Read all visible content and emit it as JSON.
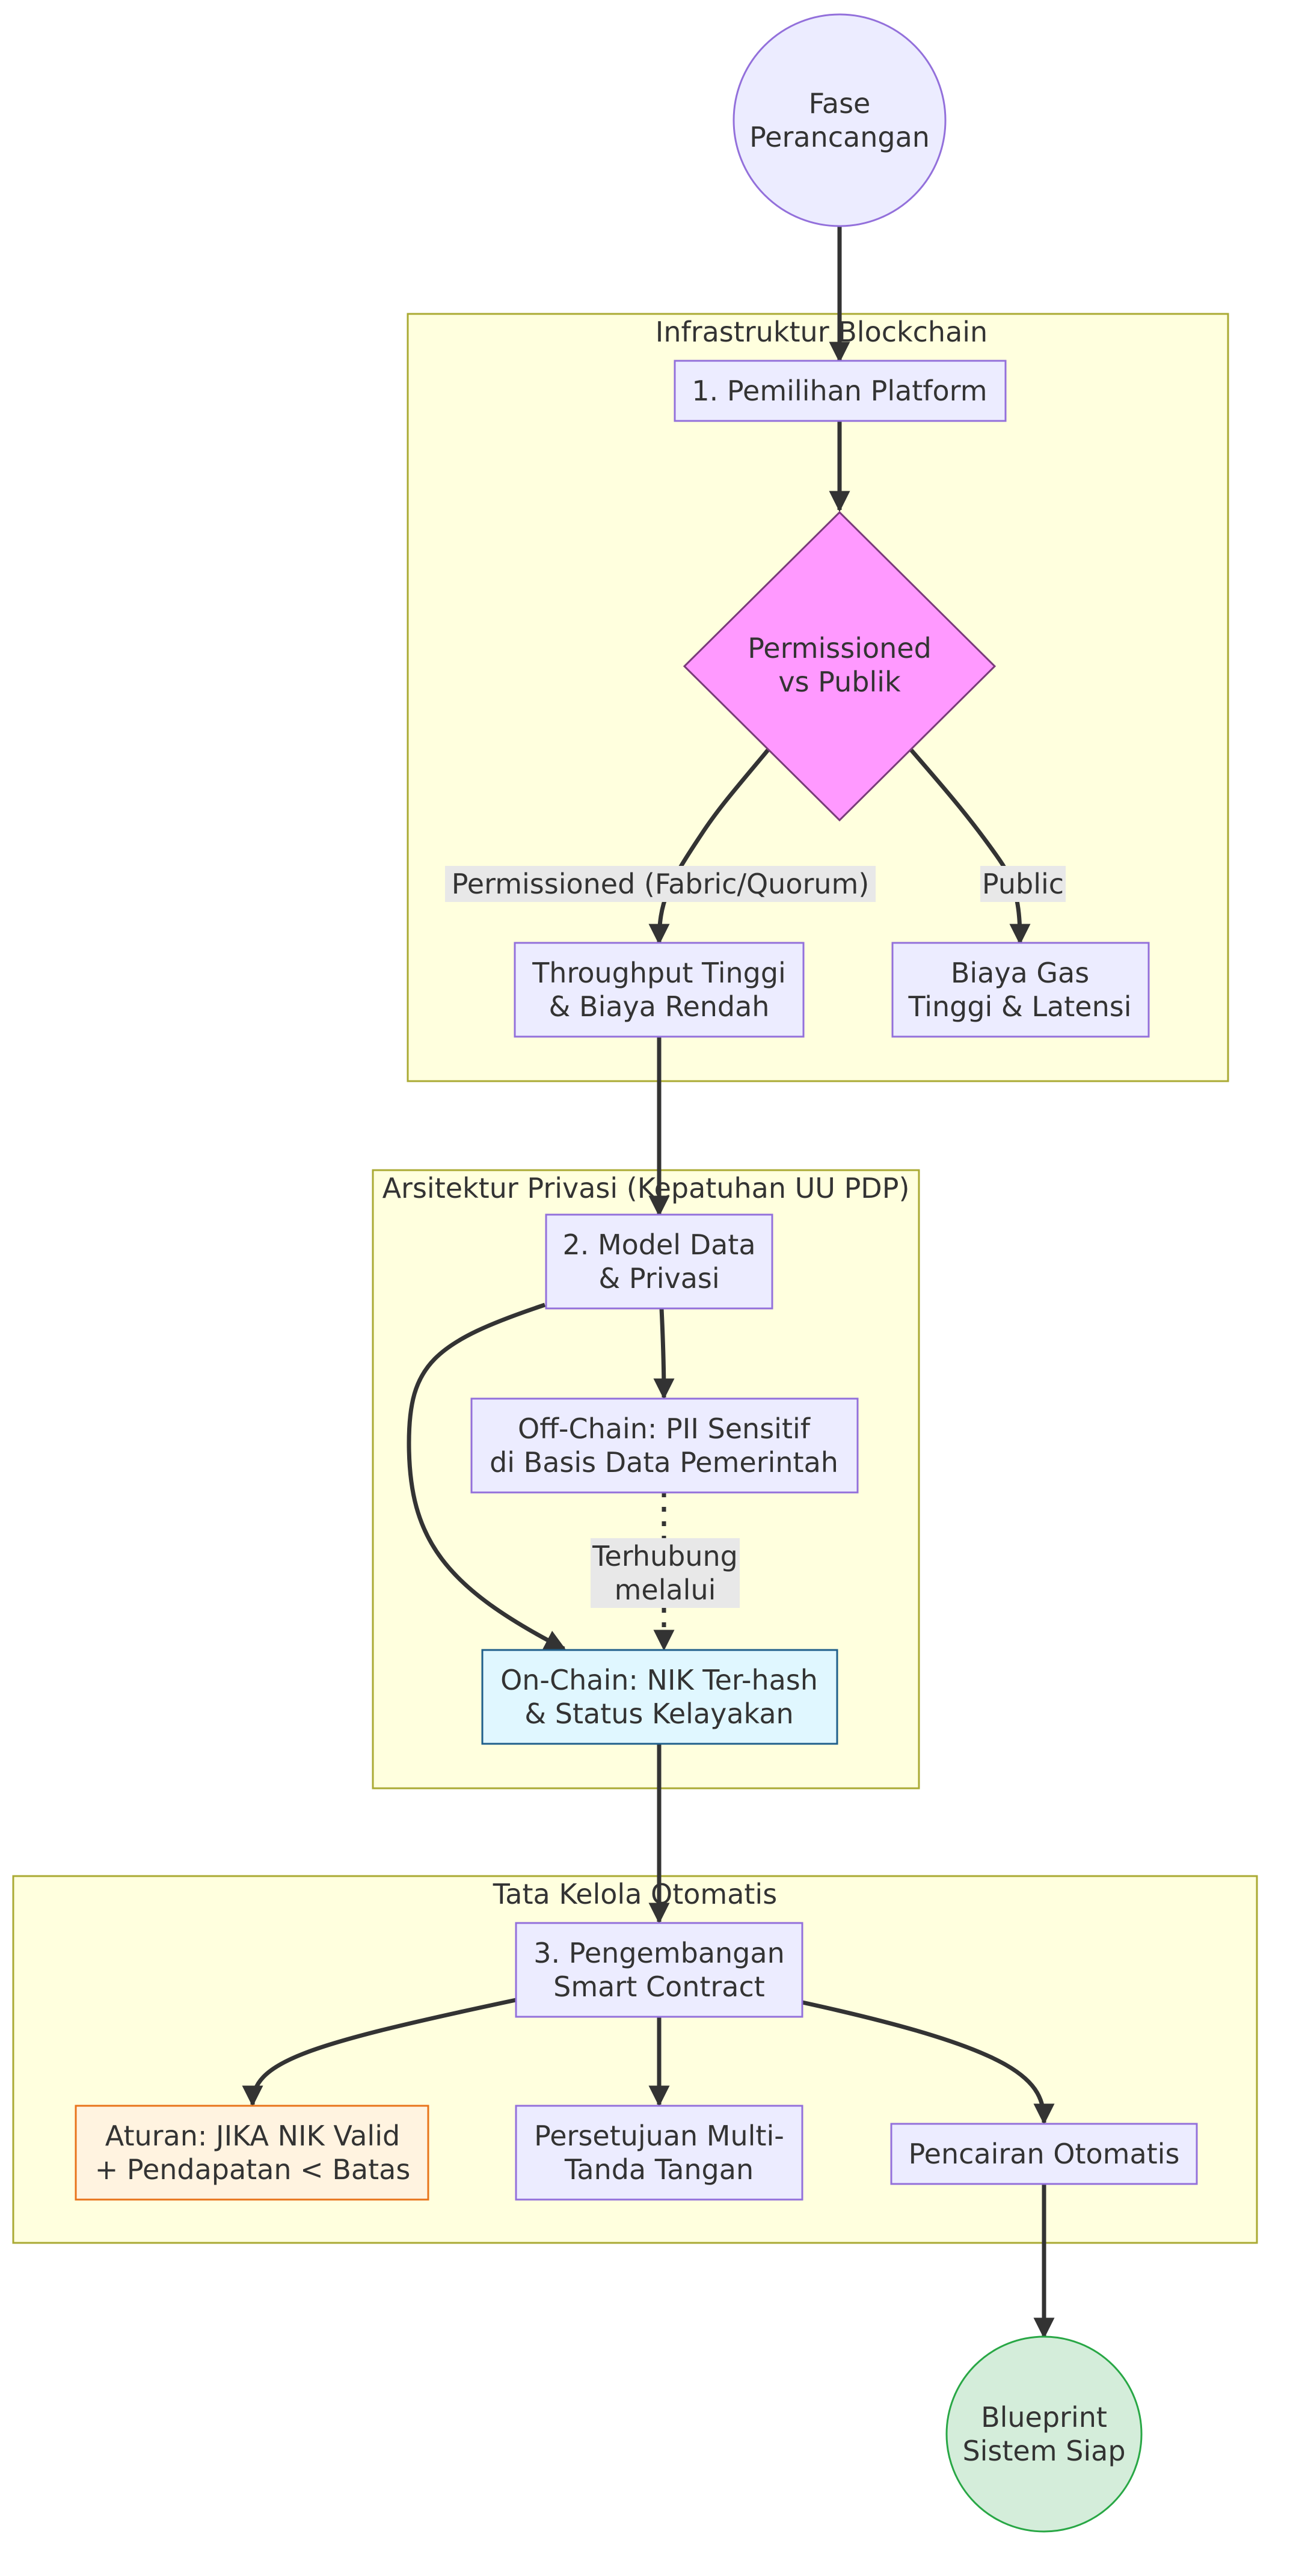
{
  "colors": {
    "group_fill": "#ffffde",
    "group_stroke": "#aaaa33",
    "node_fill": "#ececff",
    "node_stroke": "#9370db",
    "decision_fill": "#ff99ff",
    "decision_stroke": "#7a3b7a",
    "onchain_fill": "#e0f7ff",
    "onchain_stroke": "#1f5f8b",
    "rule_fill": "#fff3e0",
    "rule_stroke": "#e8731a",
    "end_fill": "#d4edda",
    "end_stroke": "#28a745",
    "edge": "#333333",
    "text": "#333333"
  },
  "groups": {
    "blockchain": {
      "label": "Infrastruktur Blockchain"
    },
    "privacy": {
      "label": "Arsitektur Privasi (Kepatuhan UU PDP)"
    },
    "governance": {
      "label": "Tata Kelola Otomatis"
    }
  },
  "nodes": {
    "start": {
      "lines": [
        "Fase",
        "Perancangan"
      ]
    },
    "platform": {
      "lines": [
        "1. Pemilihan Platform"
      ]
    },
    "decision": {
      "lines": [
        "Permissioned",
        "vs Publik"
      ]
    },
    "throughput": {
      "lines": [
        "Throughput Tinggi",
        "& Biaya Rendah"
      ]
    },
    "gas": {
      "lines": [
        "Biaya Gas",
        "Tinggi & Latensi"
      ]
    },
    "datamodel": {
      "lines": [
        "2. Model Data",
        "& Privasi"
      ]
    },
    "offchain": {
      "lines": [
        "Off-Chain: PII Sensitif",
        "di Basis Data Pemerintah"
      ]
    },
    "onchain": {
      "lines": [
        "On-Chain: NIK Ter-hash",
        "& Status Kelayakan"
      ]
    },
    "smartcontract": {
      "lines": [
        "3. Pengembangan",
        "Smart Contract"
      ]
    },
    "rule": {
      "lines": [
        "Aturan: JIKA NIK Valid",
        "+ Pendapatan < Batas"
      ]
    },
    "multisig": {
      "lines": [
        "Persetujuan Multi-",
        "Tanda Tangan"
      ]
    },
    "disburse": {
      "lines": [
        "Pencairan Otomatis"
      ]
    },
    "end": {
      "lines": [
        "Blueprint",
        "Sistem Siap"
      ]
    }
  },
  "edge_labels": {
    "permissioned": {
      "lines": [
        "Permissioned (Fabric/Quorum)"
      ]
    },
    "public": {
      "lines": [
        "Public"
      ]
    },
    "linked": {
      "lines": [
        "Terhubung",
        "melalui"
      ]
    }
  }
}
